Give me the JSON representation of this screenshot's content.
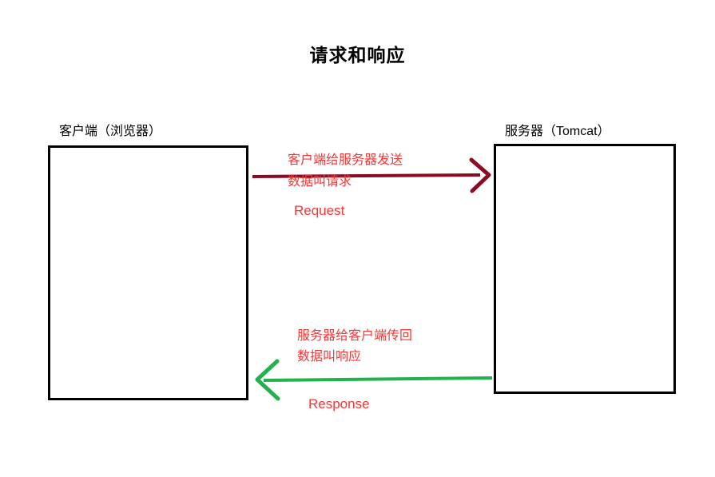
{
  "title": "请求和响应",
  "colors": {
    "request_arrow": "#8b0b22",
    "response_arrow": "#22b14c",
    "annotation_text": "#fa3535",
    "box_border": "#000000",
    "background": "#ffffff"
  },
  "client_box": {
    "label": "客户端（浏览器）"
  },
  "server_box": {
    "label": "服务器（Tomcat）"
  },
  "request": {
    "description_line1": "客户端给服务器发送",
    "description_line2": "数据叫请求",
    "label": "Request"
  },
  "response": {
    "description_line1": "服务器给客户端传回",
    "description_line2": "数据叫响应",
    "label": "Response"
  }
}
